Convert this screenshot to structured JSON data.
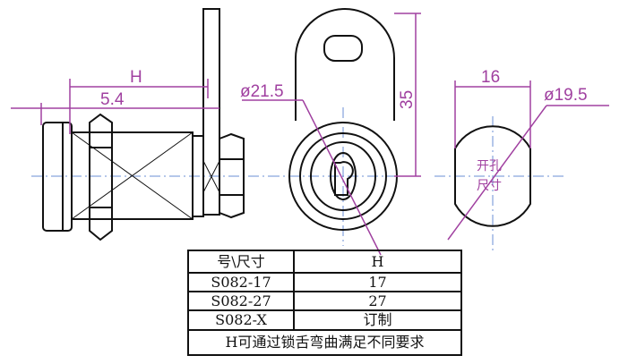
{
  "dimensions": {
    "h": "H",
    "d54": "5.4",
    "d215": "ø21.5",
    "d35": "35",
    "d16": "16",
    "d195": "ø19.5",
    "hole_line1": "开孔",
    "hole_line2": "尺寸"
  },
  "table": {
    "header": [
      "号\\尺寸",
      "H"
    ],
    "rows": [
      [
        "S082-17",
        "17"
      ],
      [
        "S082-27",
        "27"
      ],
      [
        "S082-X",
        "订制"
      ]
    ],
    "note": "H可通过锁舌弯曲满足不同要求"
  }
}
